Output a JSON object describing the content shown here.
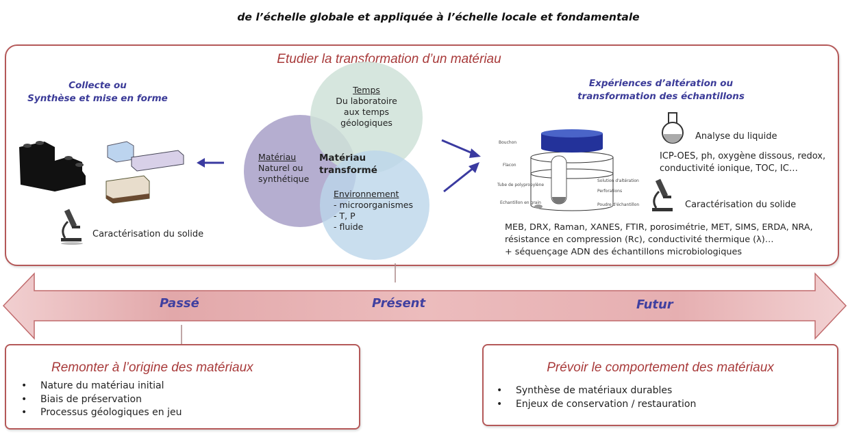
{
  "header": {
    "title": "de l’échelle globale et appliquée à l’échelle locale et fondamentale"
  },
  "top_box": {
    "title": "Etudier la transformation d’un matériau",
    "left": {
      "title_line1": "Collecte ou",
      "title_line2": "Synthèse et mise en forme",
      "caption": "Caractérisation du solide"
    },
    "venn": {
      "materiau": {
        "label": "Matériau",
        "lines": [
          "Naturel ou",
          "synthétique"
        ]
      },
      "temps": {
        "label": "Temps",
        "lines": [
          "Du laboratoire",
          "aux temps",
          "géologiques"
        ]
      },
      "center": {
        "line1": "Matériau",
        "line2": "transformé"
      },
      "environnement": {
        "label": "Environnement",
        "lines": [
          "- microorganismes",
          "- T, P",
          "- fluide"
        ]
      }
    },
    "apparatus": {
      "labels": [
        "Bouchon",
        "Flacon",
        "Tube de polypropylène",
        "Echantillon en grain",
        "Solution d'altération",
        "Perforations",
        "Poudre d'échantillon"
      ]
    },
    "right": {
      "title_line1": "Expériences d’altération ou",
      "title_line2": "transformation des échantillons",
      "liquid_title": "Analyse du liquide",
      "liquid_lines": [
        "ICP-OES, ph, oxygène dissous, redox,",
        "conductivité ionique, TOC, IC…"
      ],
      "solid_title": "Caractérisation du solide",
      "solid_lines": [
        "MEB, DRX, Raman, XANES, FTIR, porosimétrie, MET, SIMS, ERDA, NRA,",
        "résistance en compression (Rc), conductivité thermique (λ)…",
        "+ séquençage ADN des échantillons microbiologiques"
      ]
    }
  },
  "timeline": {
    "past": "Passé",
    "present": "Présent",
    "future": "Futur"
  },
  "bottom_left": {
    "title": "Remonter à l’origine des matériaux",
    "items": [
      "Nature du matériau initial",
      "Biais de préservation",
      "Processus géologiques en jeu"
    ]
  },
  "bottom_right": {
    "title": "Prévoir le comportement des matériaux",
    "items": [
      "Synthèse de matériaux durables",
      "Enjeux de conservation / restauration"
    ]
  },
  "colors": {
    "frame": "#b45858",
    "heading_red": "#a83a3a",
    "heading_blue": "#3b3b98",
    "arrow": "#e2a9ab"
  }
}
